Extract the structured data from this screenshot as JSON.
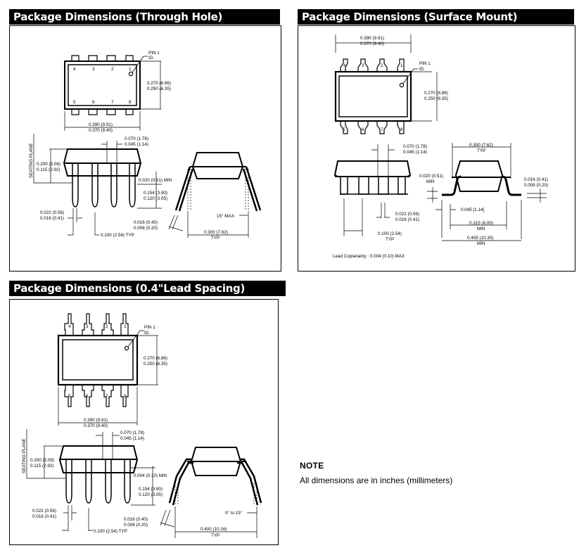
{
  "panels": {
    "through_hole": {
      "title": "Package Dimensions (Through Hole)",
      "pin_labels_top": [
        "4",
        "3",
        "2",
        "1"
      ],
      "pin_labels_bottom": [
        "5",
        "6",
        "7",
        "8"
      ],
      "pin1_id": [
        "PIN 1",
        "ID."
      ],
      "body_height": [
        "0.270 (6.86)",
        "0.250 (6.35)"
      ],
      "body_width": [
        "0.390 (9.91)",
        "0.370 (9.40)"
      ],
      "seating_plane": "SEATING PLANE",
      "pkg_height": [
        "0.200 (5.08)",
        "0.115 (2.92)"
      ],
      "lead_width_upper": [
        "0.070 (1.78)",
        "0.045 (1.14)"
      ],
      "standoff": "0.020 (0.51) MIN",
      "lead_length": [
        "0.154 (3.90)",
        "0.120 (3.05)"
      ],
      "lead_width": [
        "0.022 (0.56)",
        "0.016 (0.41)"
      ],
      "pitch": "0.100 (2.54) TYP",
      "lead_thickness": [
        "0.016 (0.40)",
        "0.008 (0.20)"
      ],
      "angle": "15° MAX",
      "row_spacing": [
        "0.300 (7.62)",
        "TYP"
      ]
    },
    "surface_mount": {
      "title": "Package Dimensions (Surface Mount)",
      "pin_labels_top": [
        "4",
        "3",
        "2",
        "1"
      ],
      "pin_labels_bottom": [
        "5",
        "6",
        "7",
        "8"
      ],
      "pin1_id": [
        "PIN 1",
        "ID."
      ],
      "body_width": [
        "0.390 (9.91)",
        "0.370 (9.40)"
      ],
      "body_height": [
        "0.270 (6.86)",
        "0.250 (6.35)"
      ],
      "lead_width_upper": [
        "0.070 (1.78)",
        "0.045 (1.14)"
      ],
      "lead_width": [
        "0.022 (0.56)",
        "0.016 (0.41)"
      ],
      "pitch": [
        "0.100 (2.54)",
        "TYP"
      ],
      "row_spacing": [
        "0.300 (7.62)",
        "TYP"
      ],
      "standoff": [
        "0.020 (0.51)",
        "MIN"
      ],
      "lead_thickness": [
        "0.016 (0.41)",
        "0.008 (0.20)"
      ],
      "foot_length": "0.045 [1.14]",
      "inner_span": [
        "0.315 (8.00)",
        "MIN"
      ],
      "outer_span": [
        "0.405 (10.30)",
        "MIN"
      ],
      "coplanarity": "Lead Coplanarity : 0.004 (0.10) MAX"
    },
    "lead_spacing": {
      "title": "Package Dimensions (0.4\"Lead Spacing)",
      "pin_labels_top": [
        "4",
        "3",
        "2",
        "1"
      ],
      "pin_labels_bottom": [
        "5",
        "6",
        "7",
        "8"
      ],
      "pin1_id": [
        "PIN 1",
        "ID."
      ],
      "body_height": [
        "0.270 (6.86)",
        "0.250 (6.35)"
      ],
      "body_width": [
        "0.390 (9.91)",
        "0.370 (9.40)"
      ],
      "seating_plane": "SEATING PLANE",
      "pkg_height": [
        "0.200 (5.08)",
        "0.115 (2.92)"
      ],
      "lead_width_upper": [
        "0.070 (1.78)",
        "0.045 (1.14)"
      ],
      "standoff": "0.004 (0.10) MIN",
      "lead_length": [
        "0.154 (3.90)",
        "0.120 (3.05)"
      ],
      "lead_width": [
        "0.022 (0.56)",
        "0.016 (0.41)"
      ],
      "pitch": "0.100 (2.54) TYP",
      "lead_thickness": [
        "0.016 (0.40)",
        "0.008 (0.20)"
      ],
      "angle": "0° to 15°",
      "row_spacing": [
        "0.400 (10.16)",
        "TYP"
      ]
    }
  },
  "note": {
    "heading": "NOTE",
    "text": "All dimensions are in inches (millimeters)"
  }
}
